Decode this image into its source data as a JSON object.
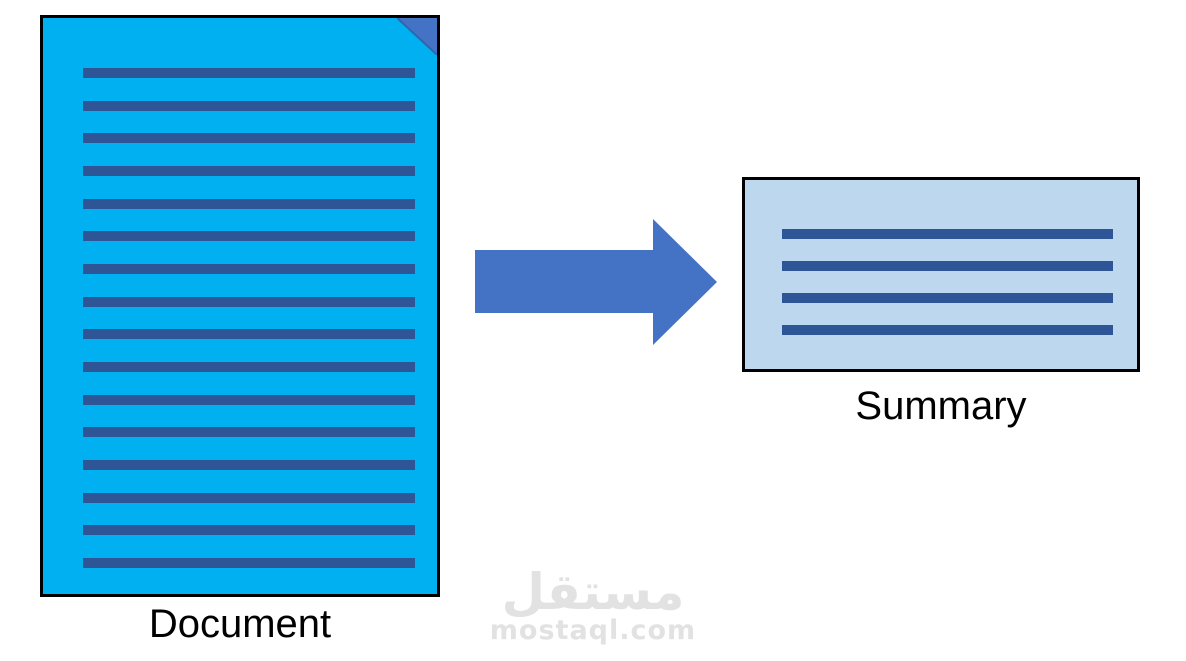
{
  "diagram": {
    "document": {
      "label": "Document",
      "fill": "#00B0F0",
      "border_color": "#000000",
      "line_color": "#2E5697",
      "line_count": 16,
      "fold_color": "#4472C4"
    },
    "arrow": {
      "color": "#4472C4",
      "direction": "right"
    },
    "summary": {
      "label": "Summary",
      "fill": "#BDD7EE",
      "border_color": "#000000",
      "line_color": "#2E5697",
      "line_count": 4
    }
  },
  "watermark": {
    "logo_text": "مستقل",
    "site_text": "mostaql.com",
    "color": "#E2E2E2"
  }
}
